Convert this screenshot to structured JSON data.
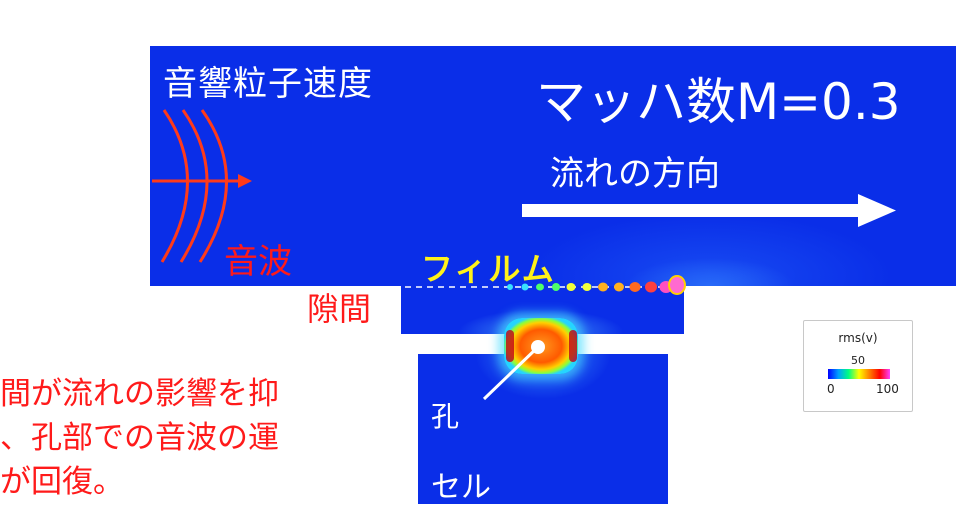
{
  "labels": {
    "title": "音響粒子速度",
    "mach": "マッハ数M=0.3",
    "flow_direction": "流れの方向",
    "sound_wave": "音波",
    "film": "フィルム",
    "gap": "隙間",
    "hole": "孔",
    "cell": "セル"
  },
  "note": {
    "line1": "間が流れの影響を抑",
    "line2": "、孔部での音波の運",
    "line3": "が回復。"
  },
  "legend": {
    "title": "rms(v)",
    "min": "0",
    "mid": "50",
    "max": "100",
    "colormap": [
      "#0000ff",
      "#00a0ff",
      "#00ff80",
      "#ffff00",
      "#ff8000",
      "#ff0000",
      "#ff40ff"
    ]
  },
  "colors": {
    "field_background": "#0a2ee8",
    "wave_color": "#ff3a1a",
    "annotation_red": "#ff1a1a",
    "film_label_yellow": "#fff21a",
    "arrow_white": "#ffffff"
  }
}
